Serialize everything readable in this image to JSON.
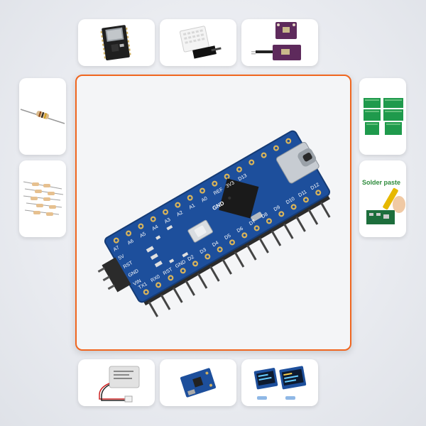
{
  "gallery": {
    "selected_index": 0,
    "accent_color": "#f0661f",
    "thumbnails": [
      {
        "name": "esp32-module",
        "position": "top-1"
      },
      {
        "name": "dht22-sensor",
        "position": "top-2"
      },
      {
        "name": "bme280-sensor-module",
        "position": "top-3"
      },
      {
        "name": "resistor",
        "position": "left-1"
      },
      {
        "name": "resistor-pack",
        "position": "left-2"
      },
      {
        "name": "pcb-prototype-boards",
        "position": "right-1"
      },
      {
        "name": "solder-paste",
        "position": "right-2"
      },
      {
        "name": "lipo-battery",
        "position": "bottom-1"
      },
      {
        "name": "usb-charger-module",
        "position": "bottom-2"
      },
      {
        "name": "oled-displays",
        "position": "bottom-3"
      }
    ],
    "solder_paste_label": "Solder paste"
  },
  "board": {
    "name": "Arduino Nano",
    "board_color": "#1d4f9c",
    "top_pin_labels": [
      "A6",
      "A5",
      "A4",
      "A3",
      "A2",
      "A1",
      "A0",
      "REF",
      "3V3",
      "D13"
    ],
    "bottom_pin_labels": [
      "D12",
      "D11",
      "D10",
      "D9",
      "D8",
      "D7",
      "D6",
      "D5",
      "D4",
      "D3",
      "D2",
      "GND",
      "RST",
      "RX0",
      "TX1"
    ],
    "left_labels": [
      "A7",
      "5V",
      "RST",
      "GND",
      "VIN"
    ],
    "gnd_label": "GND",
    "d13_label": "D13"
  }
}
